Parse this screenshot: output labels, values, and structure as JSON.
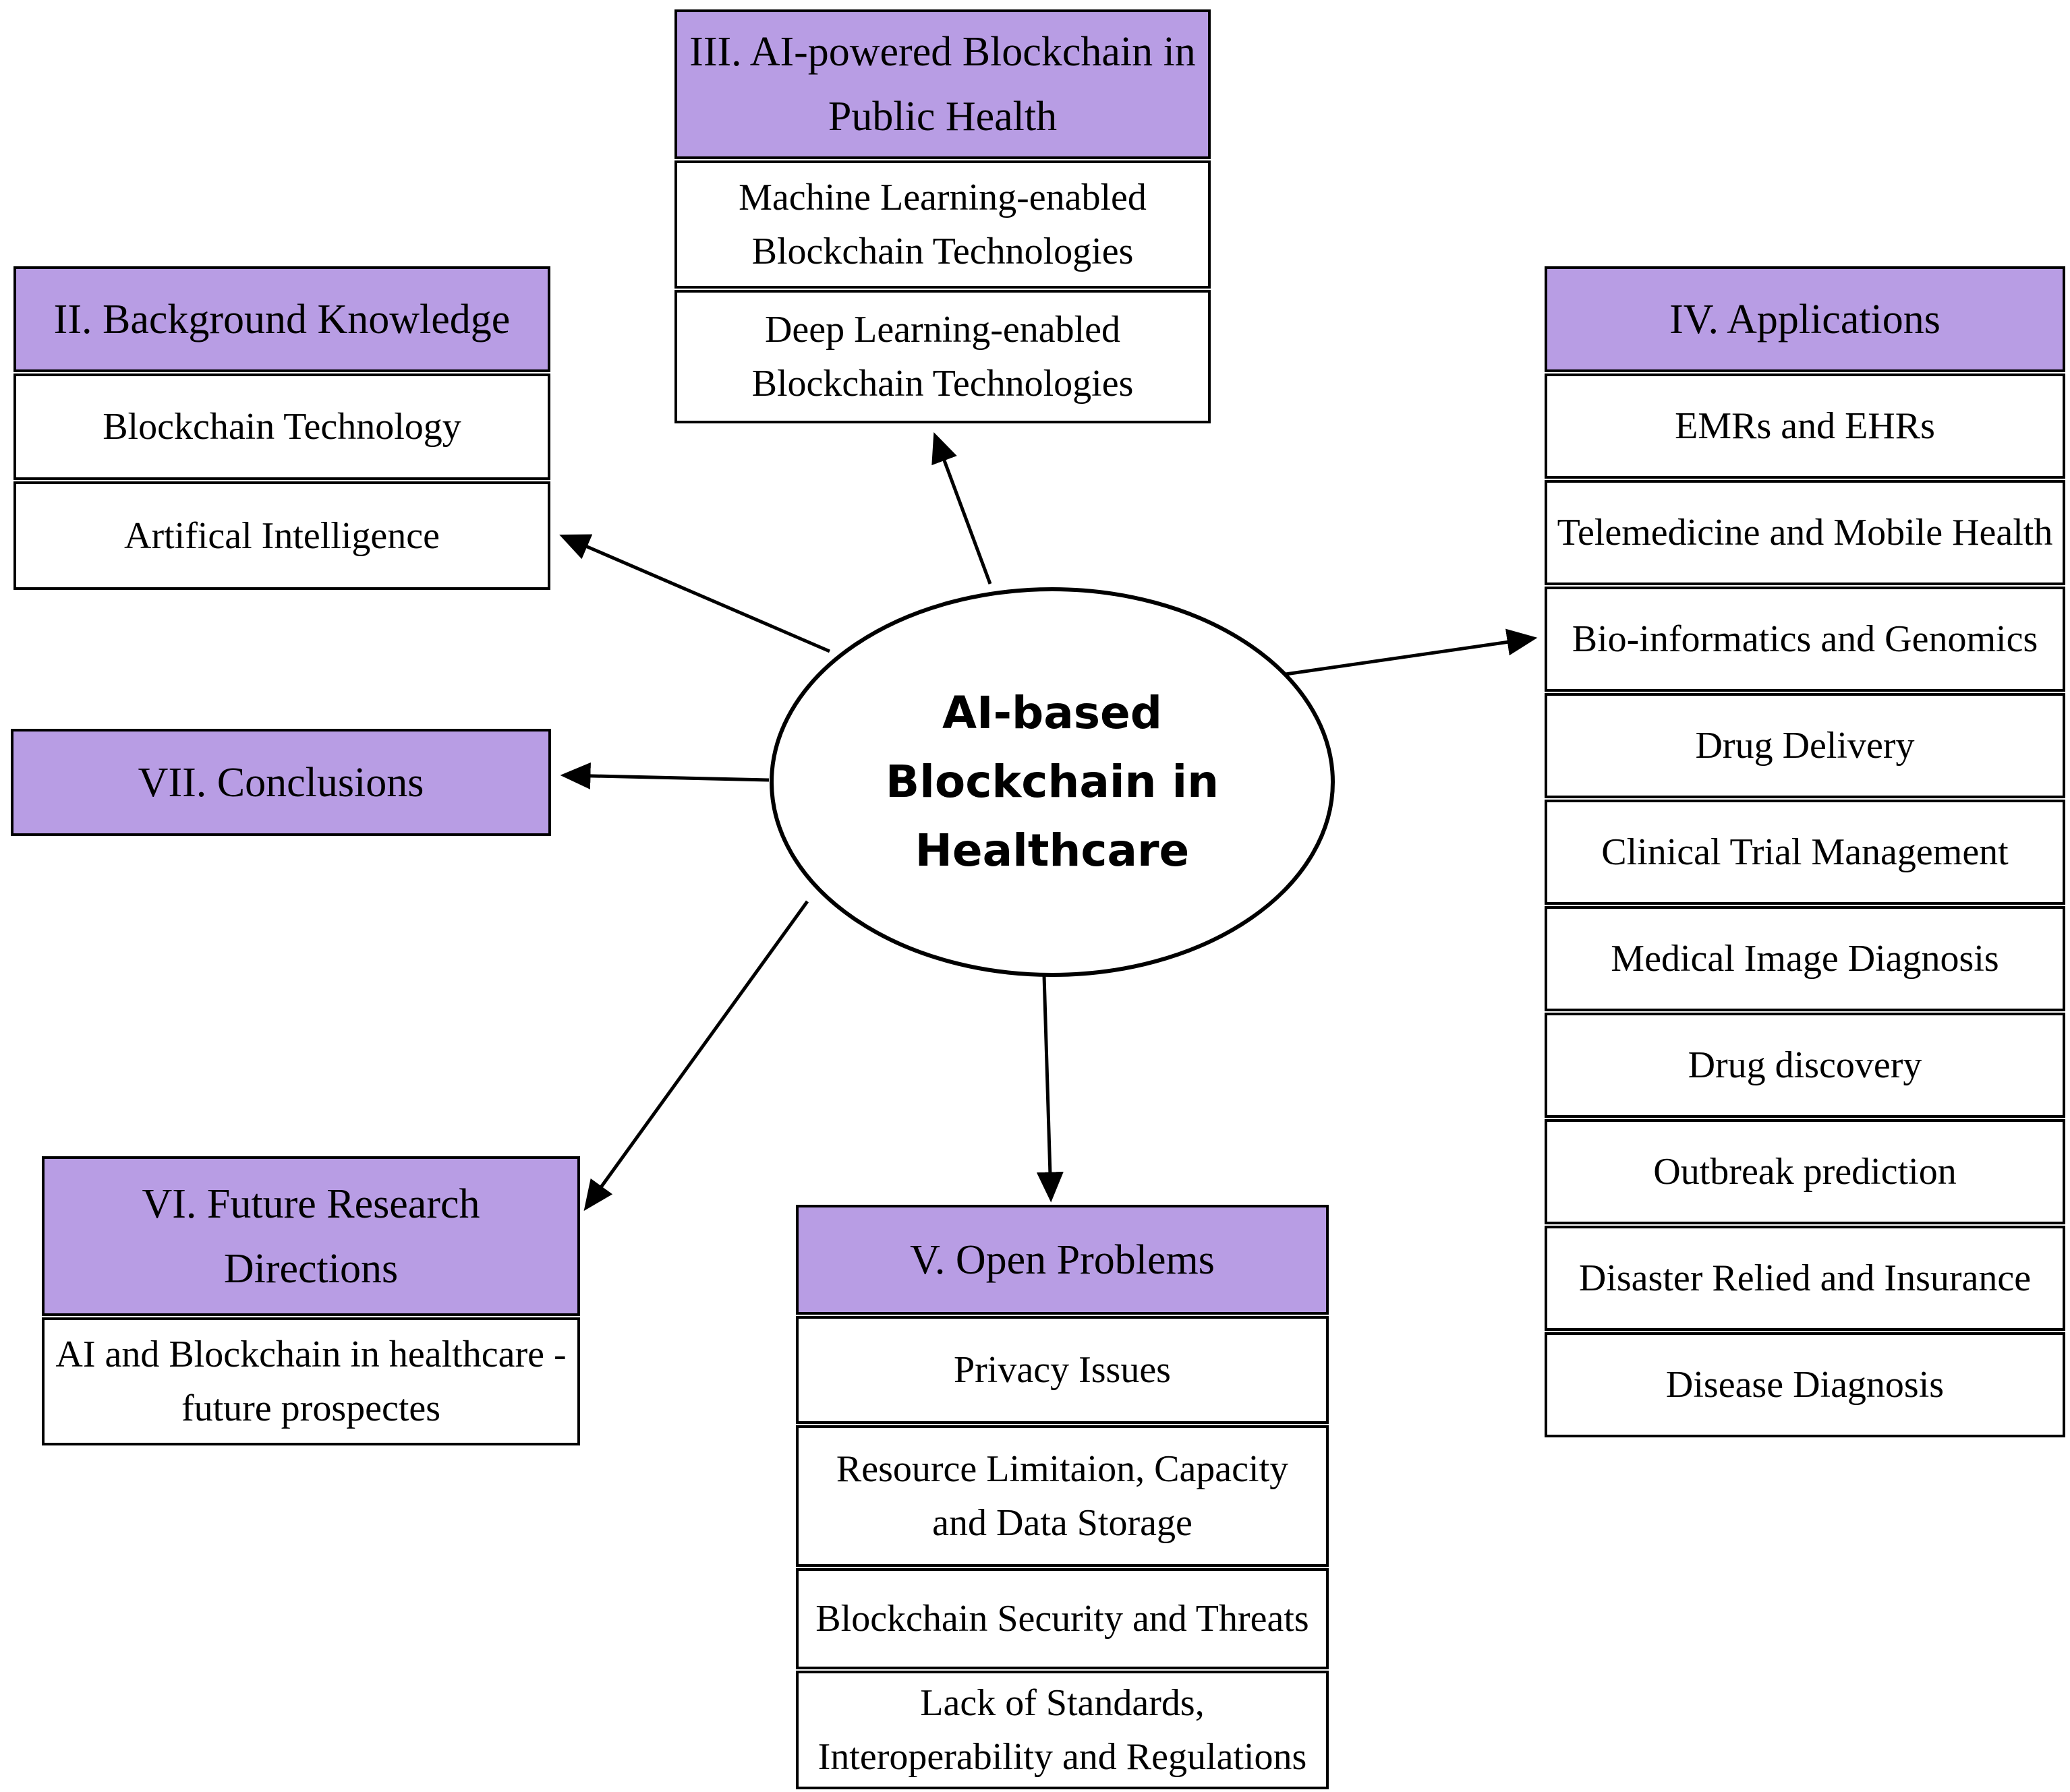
{
  "figure": {
    "type": "mind-map-diagram",
    "title": "AI-based Blockchain in Healthcare"
  },
  "colors": {
    "header_fill": "#b89de4",
    "border": "#000000",
    "background": "#ffffff",
    "arrow": "#000000"
  },
  "center": {
    "label": "AI-based\nBlockchain in\nHealthcare"
  },
  "boxes": {
    "ai_powered_blockchain": {
      "header": "III. AI-powered Blockchain in Public Health",
      "items": [
        "Machine Learning-enabled Blockchain Technologies",
        "Deep Learning-enabled Blockchain Technologies"
      ]
    },
    "background_knowledge": {
      "header": "II. Background Knowledge",
      "items": [
        "Blockchain Technology",
        "Artifical Intelligence"
      ]
    },
    "conclusions": {
      "header": "VII. Conclusions",
      "items": []
    },
    "future_research": {
      "header": "VI. Future Research Directions",
      "items": [
        "AI and Blockchain in healthcare - future prospectes"
      ]
    },
    "open_problems": {
      "header": "V. Open Problems",
      "items": [
        "Privacy Issues",
        "Resource Limitaion, Capacity and Data Storage",
        "Blockchain Security and Threats",
        "Lack of Standards, Interoperability and Regulations"
      ]
    },
    "applications": {
      "header": "IV. Applications",
      "items": [
        "EMRs and EHRs",
        "Telemedicine and Mobile Health",
        "Bio-informatics and Genomics",
        "Drug Delivery",
        "Clinical Trial Management",
        "Medical Image Diagnosis",
        "Drug discovery",
        "Outbreak prediction",
        "Disaster Relied and Insurance",
        "Disease Diagnosis"
      ]
    }
  }
}
